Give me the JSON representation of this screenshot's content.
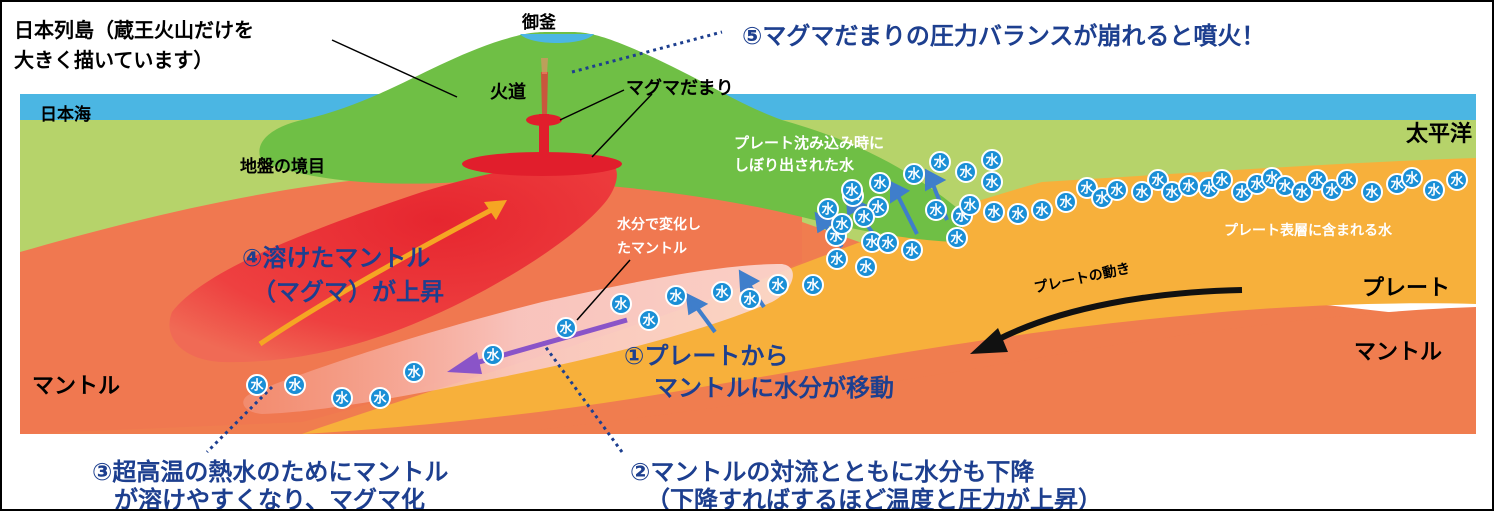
{
  "labels": {
    "japan_islands_line1": "日本列島（蔵王火山だけを",
    "japan_islands_line2": "大きく描いています）",
    "crater": "御釜",
    "conduit": "火道",
    "magma_chamber": "マグマだまり",
    "sea_of_japan": "日本海",
    "pacific": "太平洋",
    "ground_boundary": "地盤の境目",
    "eruption": "⑤マグマだまりの圧力バランスが崩れると噴火！",
    "subduction_water_line1": "プレート沈み込み時に",
    "subduction_water_line2": "しぼり出された水",
    "plate_surface_water": "プレート表層に含まれる水",
    "plate_right": "プレート",
    "mantle_right": "マントル",
    "mantle_left": "マントル",
    "plate_motion": "プレートの動き",
    "altered_mantle_line1": "水分で変化し",
    "altered_mantle_line2": "たマントル",
    "melt_rise_line1": "④溶けたマントル",
    "melt_rise_line2": "（マグマ）が上昇",
    "water_move_line1": "①プレートから",
    "water_move_line2": "マントルに水分が移動",
    "hot_water_line1": "③超高温の熱水のためにマントル",
    "hot_water_line2": "が溶けやすくなり、マグマ化",
    "convection_line1": "②マントルの対流とともに水分も下降",
    "convection_line2": "（下降すればするほど温度と圧力が上昇）",
    "water_symbol": "水"
  },
  "colors": {
    "sea": "#4bb6e3",
    "upper_crust": "#b6d36a",
    "volcano": "#6fbf45",
    "mantle_wedge": "#f07850",
    "plate": "#f7b03b",
    "deep_mantle": "#f07d4f",
    "magma": "#e8333b",
    "water_circle": "#1a8fd6",
    "text_blue": "#1d3f8f"
  }
}
